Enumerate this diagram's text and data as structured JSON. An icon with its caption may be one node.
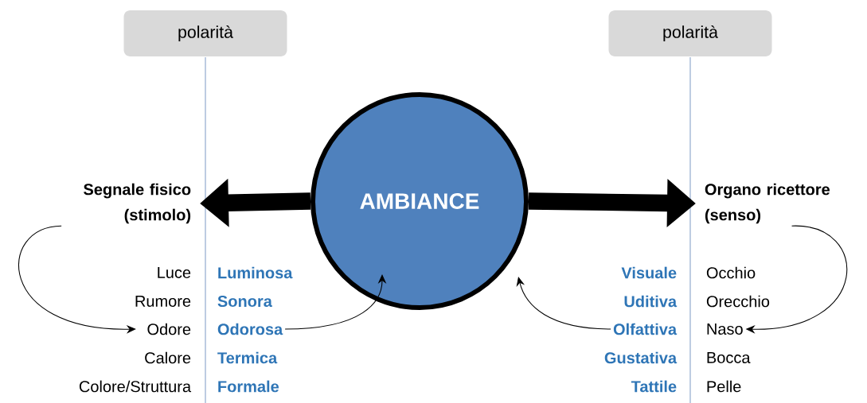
{
  "diagram": {
    "nodes": [
      {
        "text": [
          "polarità"
        ]
      },
      {
        "text": [
          "polarità"
        ]
      },
      {
        "text": [
          "AMBIANCE"
        ]
      },
      {
        "text": [
          "Segnale fisico (stimolo)"
        ]
      },
      {
        "text": [
          "Organo ricettore (senso)"
        ]
      },
      {
        "text": [
          "Luce"
        ]
      },
      {
        "text": [
          "Rumore"
        ]
      },
      {
        "text": [
          "Odore"
        ]
      },
      {
        "text": [
          "Calore"
        ]
      },
      {
        "text": [
          "Colore/Struttura"
        ]
      },
      {
        "text": [
          "Luminosa"
        ]
      },
      {
        "text": [
          "Sonora"
        ]
      },
      {
        "text": [
          "Odorosa"
        ]
      },
      {
        "text": [
          "Termica"
        ]
      },
      {
        "text": [
          "Formale"
        ]
      },
      {
        "text": [
          "Visuale"
        ]
      },
      {
        "text": [
          "Uditiva"
        ]
      },
      {
        "text": [
          "Olfattiva"
        ]
      },
      {
        "text": [
          "Gustativa"
        ]
      },
      {
        "text": [
          "Tattile"
        ]
      },
      {
        "text": [
          "Occhio"
        ]
      },
      {
        "text": [
          "Orecchio"
        ]
      },
      {
        "text": [
          "Naso"
        ]
      },
      {
        "text": [
          "Bocca"
        ]
      },
      {
        "text": [
          "Pelle"
        ]
      }
    ],
    "edges": [
      {
        "from": 2,
        "to": 3,
        "arrow": "to",
        "style": "thick"
      },
      {
        "from": 2,
        "to": 4,
        "arrow": "to",
        "style": "thick"
      },
      {
        "from": 3,
        "to": 7,
        "arrow": "to"
      },
      {
        "from": 12,
        "to": 2,
        "arrow": "to"
      },
      {
        "from": 17,
        "to": 2,
        "arrow": "to"
      },
      {
        "from": 4,
        "to": 22,
        "arrow": "to"
      }
    ]
  }
}
